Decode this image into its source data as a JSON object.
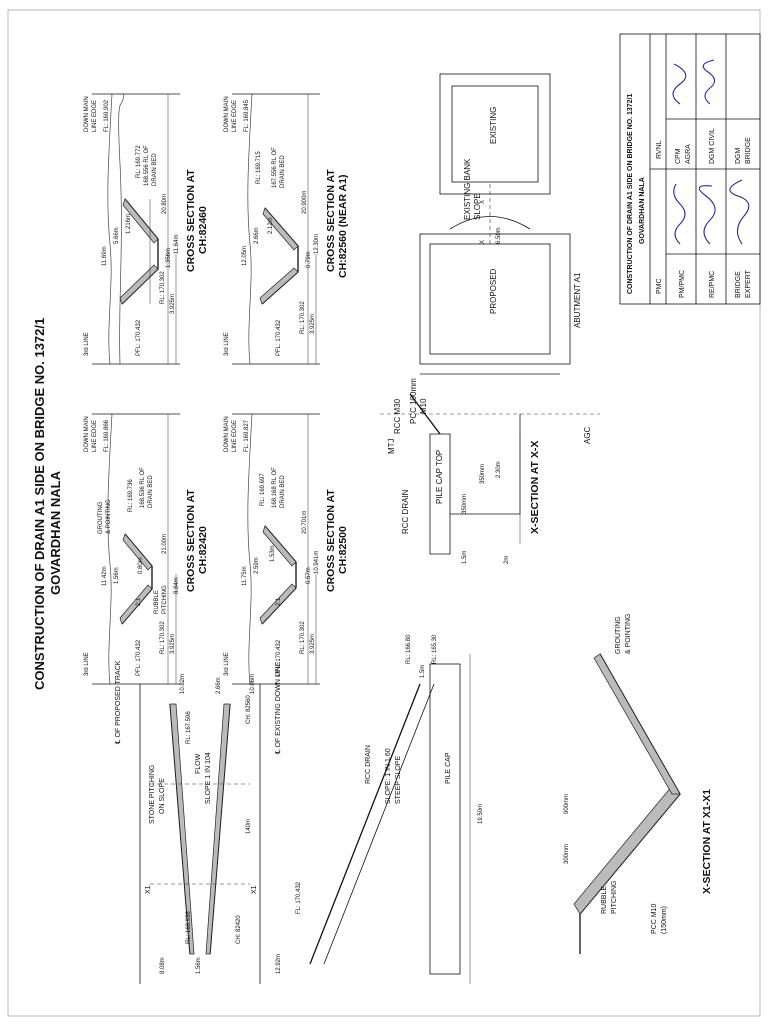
{
  "title": {
    "line1": "CONSTRUCTION OF DRAIN A1 SIDE  ON BRIDGE NO. 1372/1",
    "line2": "GOVARDHAN NALA"
  },
  "sections": {
    "ch82460": {
      "title1": "CROSS SECTION AT",
      "title2": "CH:82460",
      "labels": [
        "3rd LINE",
        "PFL: 170.432",
        "DOWN MAIN",
        "LINE EDGE",
        "FL: 169.902",
        "RL: 169.772",
        "168.556 RL OF",
        "DRAIN BED",
        "RL: 170.302",
        "3.925m",
        "11.69m",
        "5.66m",
        "1.216m",
        "1.356m",
        "20.80m",
        "11.64m"
      ]
    },
    "ch82420": {
      "title1": "CROSS SECTION AT",
      "title2": "CH:82420",
      "labels": [
        "3rd LINE",
        "PFL: 170.432",
        "DOWN MAIN",
        "LINE EDGE",
        "FL: 169.866",
        "GROUTING",
        "& POINTING",
        "RL: 169.736",
        "168.536 RL OF",
        "DRAIN BED",
        "RUBBLE",
        "PITCHING",
        "RL: 170.302",
        "3.925m",
        "11.42m",
        "1.56m",
        "0.80m",
        "21.00m",
        "8.84m",
        "2:1"
      ]
    },
    "ch82560": {
      "title1": "CROSS SECTION AT",
      "title2": "CH:82560 (NEAR A1)",
      "labels": [
        "3rd LINE",
        "PFL: 170.432",
        "DOWN MAIN",
        "LINE EDGE",
        "FL: 169.845",
        "RL: 169.715",
        "167.556 RL OF",
        "DRAIN BED",
        "RL: 170.302",
        "3.925m",
        "12.05m",
        "2.66m",
        "2.12m",
        "0.79m",
        "20.900m",
        "12.30m"
      ]
    },
    "ch82500": {
      "title1": "CROSS SECTION AT",
      "title2": "CH:82500",
      "labels": [
        "3rd LINE",
        "PFL: 170.432",
        "DOWN MAIN",
        "LINE EDGE",
        "FL: 169.827",
        "RL: 169.697",
        "168.168 RL OF",
        "DRAIN BED",
        "RL: 170.302",
        "3.925m",
        "11.75m",
        "2.59m",
        "1.53m",
        "0.57m",
        "20.701m",
        "10.941m",
        "2:1"
      ]
    },
    "plan": {
      "labels": [
        "MTJ",
        "AGC",
        "EXISTING",
        "EXISTING BANK",
        "SLOPE",
        "PROPOSED",
        "ABUTMENT A1",
        "6.50m",
        "X",
        "X"
      ]
    },
    "xx": {
      "title": "X-SECTION AT X-X",
      "labels": [
        "RCC DRAIN",
        "RCC  M30",
        "PCC 100mm",
        "M10",
        "PILE CAP TOP",
        "350mm",
        "350mm",
        "2.30m",
        "1.5m",
        "2m"
      ]
    },
    "track": {
      "labels": [
        "℄ OF PROPOSED TRACK",
        "℄ OF EXISTING DOWN LINE",
        "STONE PITCHING",
        "ON SLOPE",
        "FLOW",
        "SLOPE 1 IN 104",
        "RL: 167.596",
        "RL: 168.936",
        "CH: 82420",
        "CH: 82560",
        "140m",
        "10.82m",
        "2.66m",
        "10.06m",
        "8.08m",
        "12.92m",
        "1.56m",
        "X1",
        "X1"
      ]
    },
    "profile": {
      "labels": [
        "RL: 166.80",
        "RL: 165.30",
        "1.5m",
        "RCC DRAIN",
        "SLOPE: 1 IN 1.60",
        "STEEP SLOPE",
        "PILE CAP",
        "19.50m",
        "FL: 170.432"
      ]
    },
    "x1": {
      "title": "X-SECTION AT X1-X1",
      "labels": [
        "GROUTING",
        "& POINTING",
        "900mm",
        "300mm",
        "RUBBLE",
        "PITCHING",
        "PCC M10",
        "(150mm)"
      ]
    }
  },
  "signoff": {
    "project": "CONSTRUCTION OF DRAIN A1 SIDE  ON BRIDGE NO. 1372/1",
    "subject": "GOVARDHAN NALA",
    "col_pmc": "PMC",
    "col_rvnl": "RVNL",
    "rows": [
      {
        "left": "PM/PMC",
        "right1": "CPM",
        "right2": "AGRA"
      },
      {
        "left": "RE/PMC",
        "right1": "DGM CIVIL",
        "right2": ""
      },
      {
        "left": "BRIDGE",
        "left2": "EXPERT",
        "right1": "DGM",
        "right2": "BRIDGE"
      }
    ]
  }
}
